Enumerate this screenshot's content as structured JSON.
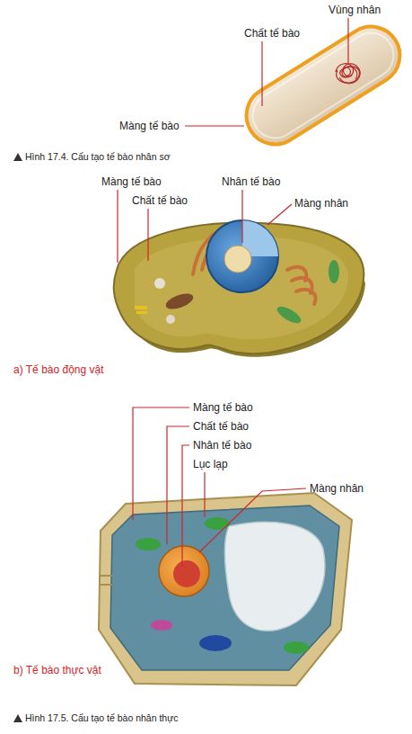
{
  "diagram": {
    "labels": [
      "Vùng nhân",
      "Chất tế bào",
      "Màng tế bào",
      "Hình 17.4. Cấu tạo tế bào nhân sơ",
      "Màng tế bào",
      "Chất tế bào",
      "Nhân tế bào",
      "Màng nhân",
      "a) Tế bào động vật",
      "Màng tế bào",
      "Chất tế bào",
      "Nhân tế bào",
      "Lục lạp",
      "Màng nhân",
      "b) Tế bào thực vật",
      "Hình 17.5. Cấu tạo tế bào nhân thực"
    ]
  }
}
